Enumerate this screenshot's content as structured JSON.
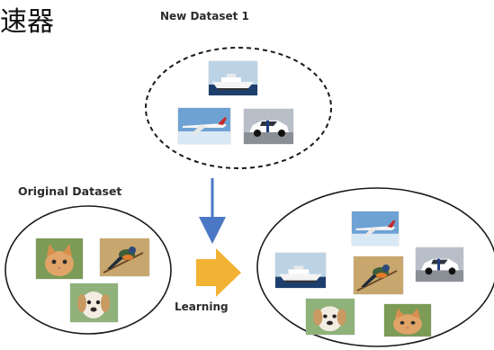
{
  "header": {
    "cjk_fragment": "速器"
  },
  "labels": {
    "new_dataset": "New Dataset 1",
    "original_dataset": "Original Dataset",
    "learning": "Learning"
  },
  "images": {
    "new_dataset": [
      "ship",
      "airplane",
      "car"
    ],
    "original_dataset": [
      "cat",
      "bird",
      "dog"
    ],
    "combined_dataset": [
      "airplane",
      "ship",
      "car",
      "bird",
      "dog",
      "cat"
    ]
  },
  "colors": {
    "down_arrow": "#4a78c4",
    "learning_arrow": "#f2b233",
    "ellipse_stroke": "#1a1a1a"
  }
}
